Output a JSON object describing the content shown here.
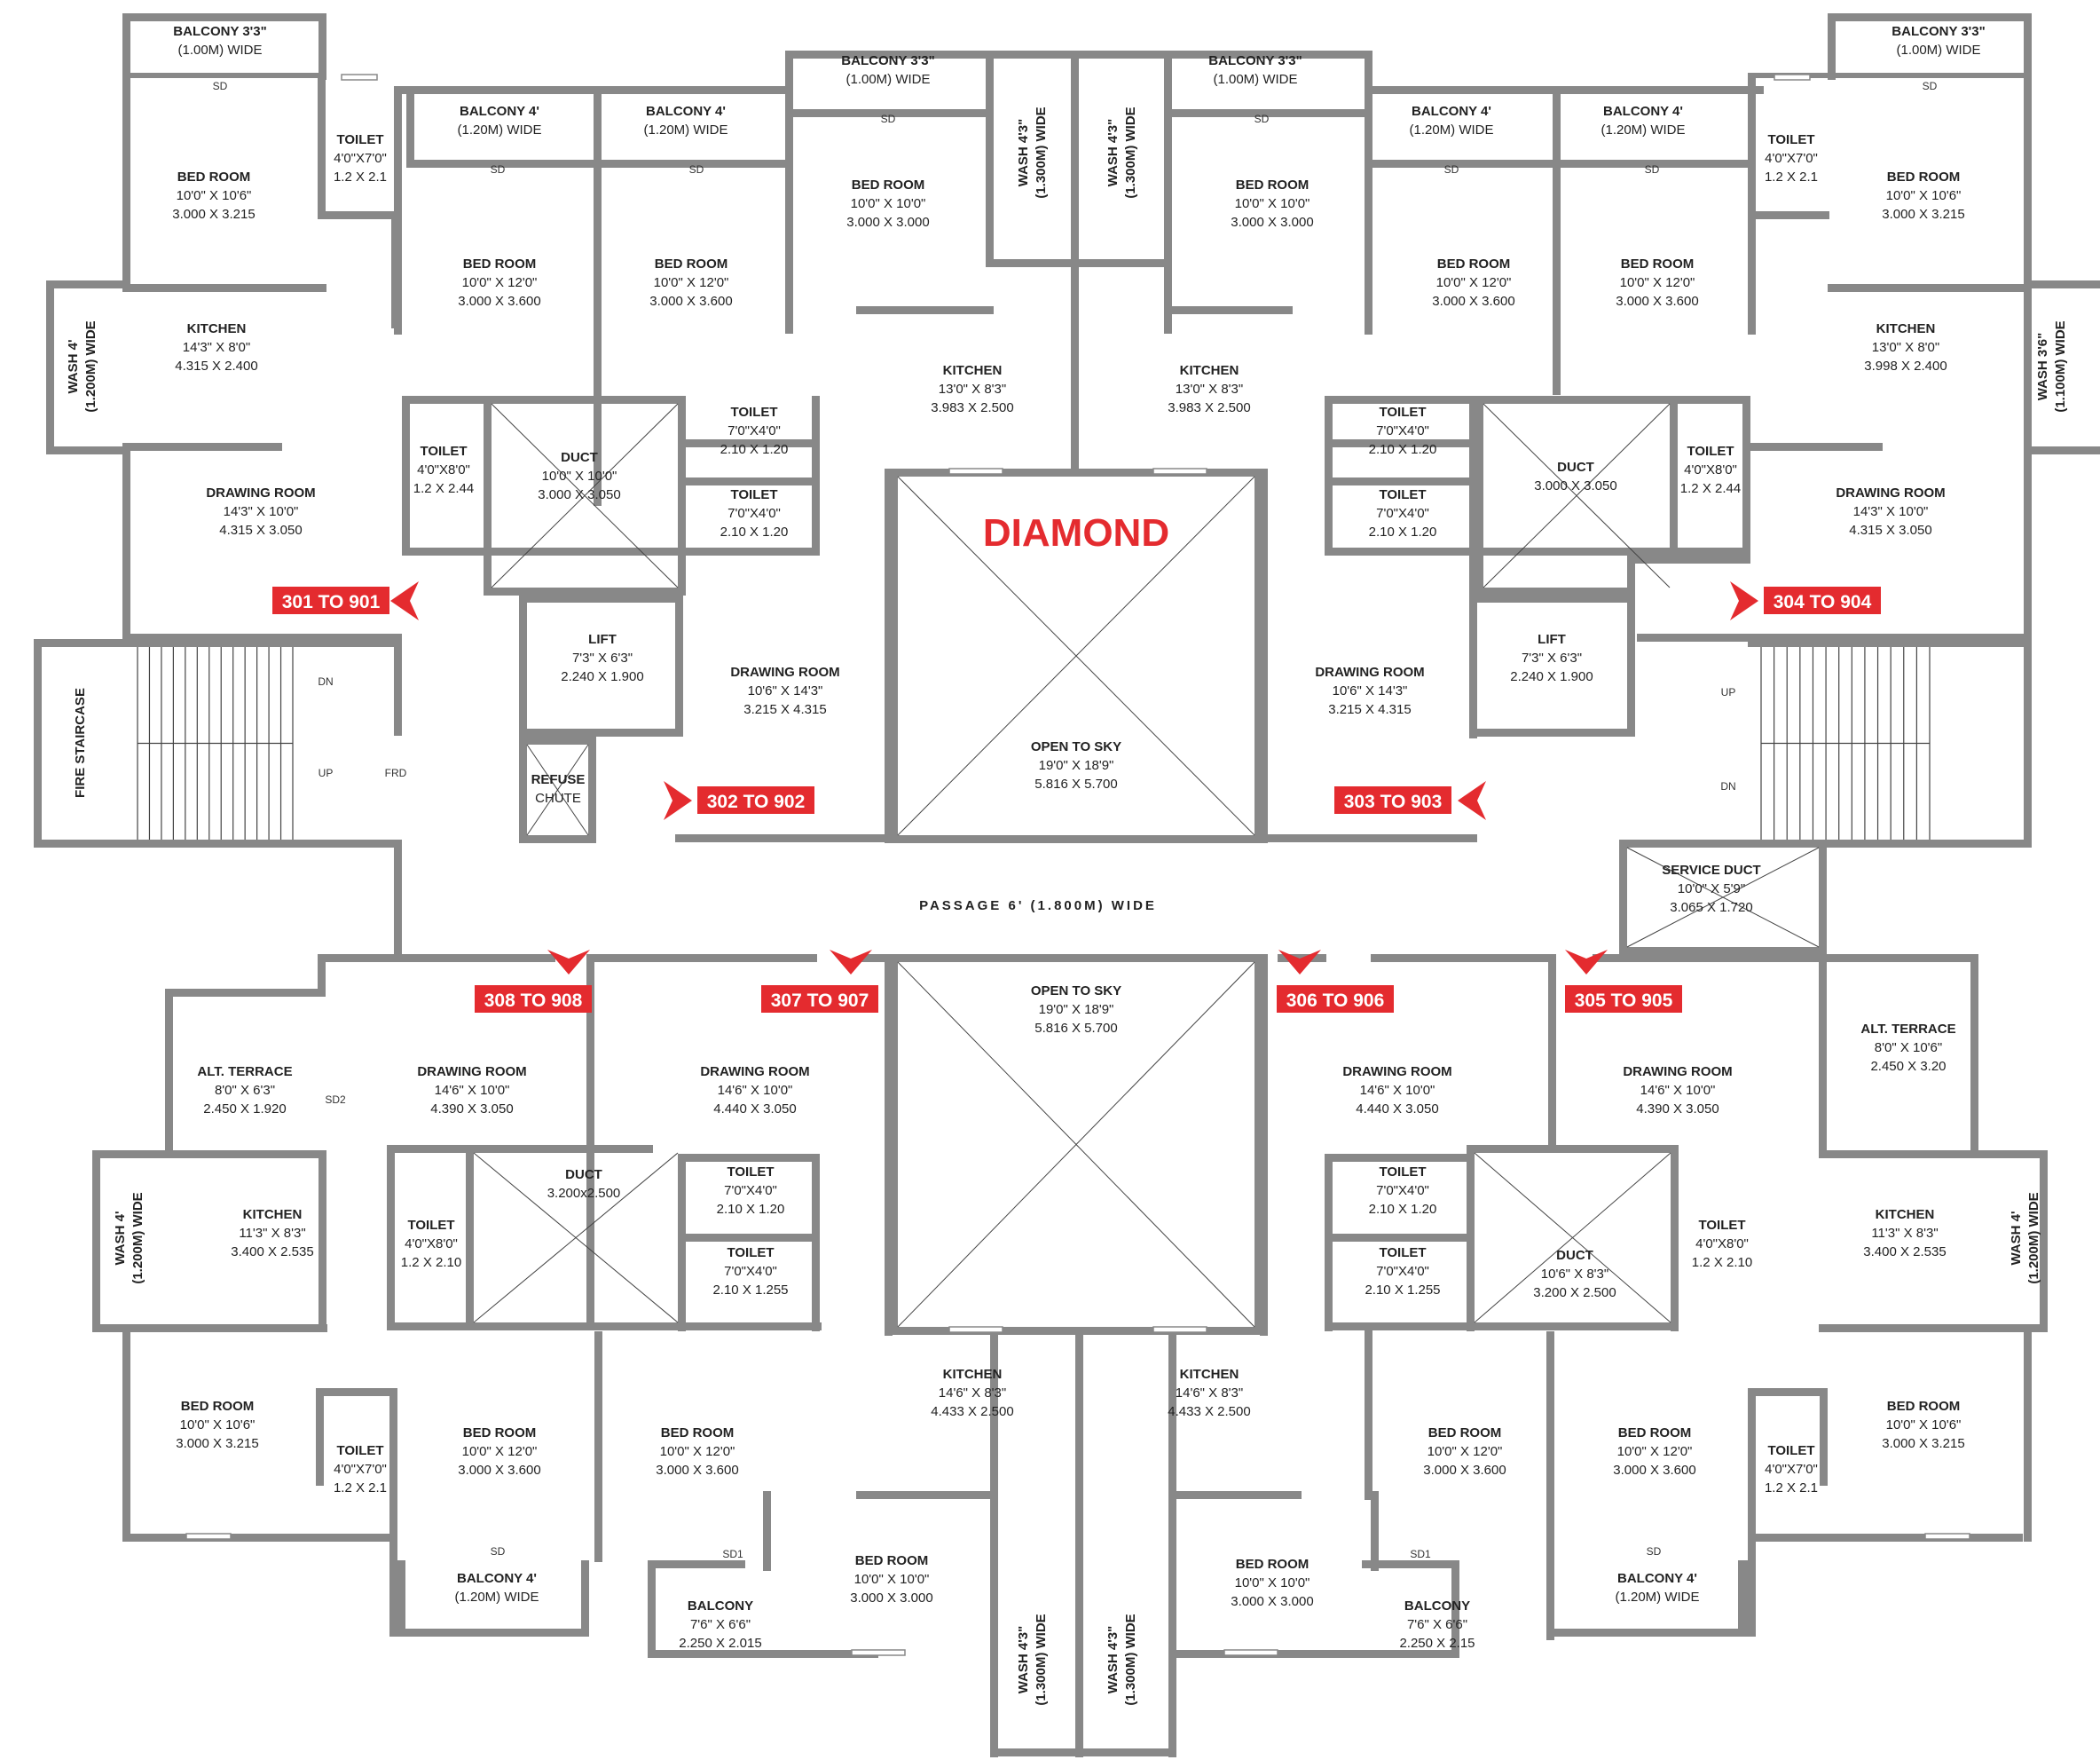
{
  "project": {
    "title": "DIAMOND"
  },
  "passage": {
    "label": "PASSAGE 6' (1.800M) WIDE"
  },
  "colors": {
    "accent": "#e42b2f",
    "wall": "#888888"
  },
  "flat_tags": [
    {
      "id": "301",
      "label": "301 TO 901",
      "arrow": "left"
    },
    {
      "id": "302",
      "label": "302 TO 902",
      "arrow": "right"
    },
    {
      "id": "303",
      "label": "303 TO 903",
      "arrow": "left"
    },
    {
      "id": "304",
      "label": "304 TO 904",
      "arrow": "right"
    },
    {
      "id": "305",
      "label": "305 TO 905",
      "arrow": "down"
    },
    {
      "id": "306",
      "label": "306 TO 906",
      "arrow": "down"
    },
    {
      "id": "307",
      "label": "307 TO 907",
      "arrow": "down"
    },
    {
      "id": "308",
      "label": "308 TO 908",
      "arrow": "down"
    }
  ],
  "rooms": [
    {
      "name": "room-balcony-tl",
      "lines": [
        "BALCONY 3'3\"",
        "(1.00M) WIDE"
      ]
    },
    {
      "name": "room-bed-tl",
      "lines": [
        "BED ROOM",
        "10'0\" X 10'6\"",
        "3.000 X 3.215"
      ]
    },
    {
      "name": "room-toilet-tl",
      "lines": [
        "TOILET",
        "4'0\"X7'0\"",
        "1.2 X 2.1"
      ]
    },
    {
      "name": "room-kitchen-tl",
      "lines": [
        "KITCHEN",
        "14'3\" X 8'0\"",
        "4.315 X 2.400"
      ]
    },
    {
      "name": "room-drawing-tl",
      "lines": [
        "DRAWING ROOM",
        "14'3\" X 10'0\"",
        "4.315 X 3.050"
      ]
    },
    {
      "name": "room-balcony-t2",
      "lines": [
        "BALCONY 4'",
        "(1.20M) WIDE"
      ]
    },
    {
      "name": "room-bed-t2",
      "lines": [
        "BED ROOM",
        "10'0\" X 12'0\"",
        "3.000 X 3.600"
      ]
    },
    {
      "name": "room-toilet-t2",
      "lines": [
        "TOILET",
        "4'0\"X8'0\"",
        "1.2 X 2.44"
      ]
    },
    {
      "name": "room-duct-t2",
      "lines": [
        "DUCT",
        "10'0\" X 10'0\"",
        "3.000 X 3.050"
      ]
    },
    {
      "name": "room-balcony-t3",
      "lines": [
        "BALCONY 4'",
        "(1.20M) WIDE"
      ]
    },
    {
      "name": "room-bed-t3",
      "lines": [
        "BED ROOM",
        "10'0\" X 12'0\"",
        "3.000 X 3.600"
      ]
    },
    {
      "name": "room-toilet-t3a",
      "lines": [
        "TOILET",
        "7'0\"X4'0\"",
        "2.10 X 1.20"
      ]
    },
    {
      "name": "room-toilet-t3b",
      "lines": [
        "TOILET",
        "7'0\"X4'0\"",
        "2.10 X 1.20"
      ]
    },
    {
      "name": "room-lift-l",
      "lines": [
        "LIFT",
        "7'3\" X 6'3\"",
        "2.240 X 1.900"
      ]
    },
    {
      "name": "room-refuse",
      "lines": [
        "REFUSE",
        "CHUTE"
      ]
    },
    {
      "name": "room-drawing-302",
      "lines": [
        "DRAWING ROOM",
        "10'6\" X 14'3\"",
        "3.215 X 4.315"
      ]
    },
    {
      "name": "room-balcony-t4",
      "lines": [
        "BALCONY 3'3\"",
        "(1.00M) WIDE"
      ]
    },
    {
      "name": "room-bed-t4",
      "lines": [
        "BED ROOM",
        "10'0\" X 10'0\"",
        "3.000 X 3.000"
      ]
    },
    {
      "name": "room-kitchen-t4",
      "lines": [
        "KITCHEN",
        "13'0\" X 8'3\"",
        "3.983 X 2.500"
      ]
    },
    {
      "name": "room-open-sky-top",
      "lines": [
        "OPEN TO SKY",
        "19'0\" X 18'9\"",
        "5.816 X 5.700"
      ]
    },
    {
      "name": "room-balcony-t5",
      "lines": [
        "BALCONY 3'3\"",
        "(1.00M) WIDE"
      ]
    },
    {
      "name": "room-bed-t5",
      "lines": [
        "BED ROOM",
        "10'0\" X 10'0\"",
        "3.000 X 3.000"
      ]
    },
    {
      "name": "room-kitchen-t5",
      "lines": [
        "KITCHEN",
        "13'0\" X 8'3\"",
        "3.983 X 2.500"
      ]
    },
    {
      "name": "room-drawing-303",
      "lines": [
        "DRAWING ROOM",
        "10'6\" X 14'3\"",
        "3.215 X 4.315"
      ]
    },
    {
      "name": "room-balcony-t6",
      "lines": [
        "BALCONY 4'",
        "(1.20M) WIDE"
      ]
    },
    {
      "name": "room-bed-t6",
      "lines": [
        "BED ROOM",
        "10'0\" X 12'0\"",
        "3.000 X 3.600"
      ]
    },
    {
      "name": "room-toilet-t6a",
      "lines": [
        "TOILET",
        "7'0\"X4'0\"",
        "2.10 X 1.20"
      ]
    },
    {
      "name": "room-toilet-t6b",
      "lines": [
        "TOILET",
        "7'0\"X4'0\"",
        "2.10 X 1.20"
      ]
    },
    {
      "name": "room-duct-t6",
      "lines": [
        "DUCT",
        "3.000 X 3.050"
      ]
    },
    {
      "name": "room-lift-r",
      "lines": [
        "LIFT",
        "7'3\" X 6'3\"",
        "2.240 X 1.900"
      ]
    },
    {
      "name": "room-balcony-t7",
      "lines": [
        "BALCONY 4'",
        "(1.20M) WIDE"
      ]
    },
    {
      "name": "room-bed-t7",
      "lines": [
        "BED ROOM",
        "10'0\" X 12'0\"",
        "3.000 X 3.600"
      ]
    },
    {
      "name": "room-toilet-t7",
      "lines": [
        "TOILET",
        "4'0\"X8'0\"",
        "1.2 X 2.44"
      ]
    },
    {
      "name": "room-balcony-tr",
      "lines": [
        "BALCONY 3'3\"",
        "(1.00M) WIDE"
      ]
    },
    {
      "name": "room-toilet-tr",
      "lines": [
        "TOILET",
        "4'0\"X7'0\"",
        "1.2 X 2.1"
      ]
    },
    {
      "name": "room-bed-tr",
      "lines": [
        "BED ROOM",
        "10'0\" X 10'6\"",
        "3.000 X 3.215"
      ]
    },
    {
      "name": "room-kitchen-tr",
      "lines": [
        "KITCHEN",
        "13'0\" X 8'0\"",
        "3.998 X 2.400"
      ]
    },
    {
      "name": "room-drawing-tr",
      "lines": [
        "DRAWING ROOM",
        "14'3\" X 10'0\"",
        "4.315 X 3.050"
      ]
    },
    {
      "name": "room-service-duct",
      "lines": [
        "SERVICE DUCT",
        "10'0\" X 5'9\"",
        "3.065 X 1.720"
      ]
    },
    {
      "name": "room-alt-terrace-bl",
      "lines": [
        "ALT. TERRACE",
        "8'0\" X 6'3\"",
        "2.450 X 1.920"
      ]
    },
    {
      "name": "room-drawing-308",
      "lines": [
        "DRAWING ROOM",
        "14'6\" X 10'0\"",
        "4.390 X 3.050"
      ]
    },
    {
      "name": "room-kitchen-bl",
      "lines": [
        "KITCHEN",
        "11'3\" X 8'3\"",
        "3.400 X 2.535"
      ]
    },
    {
      "name": "room-toilet-b2",
      "lines": [
        "TOILET",
        "4'0\"X8'0\"",
        "1.2 X 2.10"
      ]
    },
    {
      "name": "room-duct-b2",
      "lines": [
        "DUCT",
        "3.200x2.500"
      ]
    },
    {
      "name": "room-bed-bl",
      "lines": [
        "BED ROOM",
        "10'0\" X 10'6\"",
        "3.000 X 3.215"
      ]
    },
    {
      "name": "room-toilet-bl",
      "lines": [
        "TOILET",
        "4'0\"X7'0\"",
        "1.2 X 2.1"
      ]
    },
    {
      "name": "room-bed-b2",
      "lines": [
        "BED ROOM",
        "10'0\" X 12'0\"",
        "3.000 X 3.600"
      ]
    },
    {
      "name": "room-balcony-b2",
      "lines": [
        "BALCONY 4'",
        "(1.20M) WIDE"
      ]
    },
    {
      "name": "room-drawing-307",
      "lines": [
        "DRAWING ROOM",
        "14'6\" X 10'0\"",
        "4.440 X 3.050"
      ]
    },
    {
      "name": "room-toilet-b3a",
      "lines": [
        "TOILET",
        "7'0\"X4'0\"",
        "2.10 X 1.20"
      ]
    },
    {
      "name": "room-toilet-b3b",
      "lines": [
        "TOILET",
        "7'0\"X4'0\"",
        "2.10 X 1.255"
      ]
    },
    {
      "name": "room-bed-b3",
      "lines": [
        "BED ROOM",
        "10'0\" X 12'0\"",
        "3.000 X 3.600"
      ]
    },
    {
      "name": "room-balcony-b3",
      "lines": [
        "BALCONY",
        "7'6\" X 6'6\"",
        "2.250 X 2.015"
      ]
    },
    {
      "name": "room-kitchen-b4",
      "lines": [
        "KITCHEN",
        "14'6\" X 8'3\"",
        "4.433 X 2.500"
      ]
    },
    {
      "name": "room-bed-b4",
      "lines": [
        "BED ROOM",
        "10'0\" X 10'0\"",
        "3.000 X 3.000"
      ]
    },
    {
      "name": "room-open-sky-bottom",
      "lines": [
        "OPEN TO SKY",
        "19'0\" X 18'9\"",
        "5.816 X 5.700"
      ]
    },
    {
      "name": "room-kitchen-b5",
      "lines": [
        "KITCHEN",
        "14'6\" X 8'3\"",
        "4.433 X 2.500"
      ]
    },
    {
      "name": "room-bed-b5",
      "lines": [
        "BED ROOM",
        "10'0\" X 10'0\"",
        "3.000 X 3.000"
      ]
    },
    {
      "name": "room-drawing-306",
      "lines": [
        "DRAWING ROOM",
        "14'6\" X 10'0\"",
        "4.440 X 3.050"
      ]
    },
    {
      "name": "room-toilet-b6a",
      "lines": [
        "TOILET",
        "7'0\"X4'0\"",
        "2.10 X 1.20"
      ]
    },
    {
      "name": "room-toilet-b6b",
      "lines": [
        "TOILET",
        "7'0\"X4'0\"",
        "2.10 X 1.255"
      ]
    },
    {
      "name": "room-duct-b6",
      "lines": [
        "DUCT",
        "10'6\" X 8'3\"",
        "3.200 X 2.500"
      ]
    },
    {
      "name": "room-bed-b6",
      "lines": [
        "BED ROOM",
        "10'0\" X 12'0\"",
        "3.000 X 3.600"
      ]
    },
    {
      "name": "room-balcony-b6",
      "lines": [
        "BALCONY",
        "7'6\" X 6'6\"",
        "2.250 X 2.15"
      ]
    },
    {
      "name": "room-drawing-305",
      "lines": [
        "DRAWING ROOM",
        "14'6\" X 10'0\"",
        "4.390 X 3.050"
      ]
    },
    {
      "name": "room-toilet-b7",
      "lines": [
        "TOILET",
        "4'0\"X8'0\"",
        "1.2 X 2.10"
      ]
    },
    {
      "name": "room-bed-b7",
      "lines": [
        "BED ROOM",
        "10'0\" X 12'0\"",
        "3.000 X 3.600"
      ]
    },
    {
      "name": "room-balcony-b7",
      "lines": [
        "BALCONY 4'",
        "(1.20M) WIDE"
      ]
    },
    {
      "name": "room-alt-terrace-br",
      "lines": [
        "ALT. TERRACE",
        "8'0\" X 10'6\"",
        "2.450 X 3.20"
      ]
    },
    {
      "name": "room-kitchen-br",
      "lines": [
        "KITCHEN",
        "11'3\" X 8'3\"",
        "3.400 X 2.535"
      ]
    },
    {
      "name": "room-bed-br",
      "lines": [
        "BED ROOM",
        "10'0\" X 10'6\"",
        "3.000 X 3.215"
      ]
    },
    {
      "name": "room-toilet-br",
      "lines": [
        "TOILET",
        "4'0\"X7'0\"",
        "1.2 X 2.1"
      ]
    }
  ],
  "vertical_labels": [
    {
      "name": "wash-tl",
      "lines": [
        "WASH 4'",
        "(1.200M) WIDE"
      ]
    },
    {
      "name": "wash-top-l",
      "lines": [
        "WASH 4'3\"",
        "(1.300M) WIDE"
      ]
    },
    {
      "name": "wash-top-r",
      "lines": [
        "WASH 4'3\"",
        "(1.300M) WIDE"
      ]
    },
    {
      "name": "wash-tr",
      "lines": [
        "WASH 3'6\"",
        "(1.100M) WIDE"
      ]
    },
    {
      "name": "fire-staircase",
      "lines": [
        "FIRE STAIRCASE"
      ]
    },
    {
      "name": "wash-bl",
      "lines": [
        "WASH 4'",
        "(1.200M) WIDE"
      ]
    },
    {
      "name": "wash-bot-l",
      "lines": [
        "WASH 4'3\"",
        "(1.300M) WIDE"
      ]
    },
    {
      "name": "wash-bot-r",
      "lines": [
        "WASH 4'3\"",
        "(1.300M) WIDE"
      ]
    },
    {
      "name": "wash-br",
      "lines": [
        "WASH 4'",
        "(1.200M) WIDE"
      ]
    }
  ],
  "small_labels": [
    {
      "name": "sd-1",
      "text": "SD"
    },
    {
      "name": "sd-2",
      "text": "SD"
    },
    {
      "name": "sd-3",
      "text": "SD"
    },
    {
      "name": "sd-4",
      "text": "SD"
    },
    {
      "name": "sd-5",
      "text": "SD"
    },
    {
      "name": "sd-6",
      "text": "SD"
    },
    {
      "name": "sd-7",
      "text": "SD"
    },
    {
      "name": "sd-8",
      "text": "SD"
    },
    {
      "name": "sd2",
      "text": "SD2"
    },
    {
      "name": "sd1-a",
      "text": "SD1"
    },
    {
      "name": "sd1-b",
      "text": "SD1"
    },
    {
      "name": "sd-9",
      "text": "SD"
    },
    {
      "name": "sd-10",
      "text": "SD"
    },
    {
      "name": "stair-dn-l",
      "text": "DN"
    },
    {
      "name": "stair-up-l",
      "text": "UP"
    },
    {
      "name": "frd",
      "text": "FRD"
    },
    {
      "name": "stair-up-r",
      "text": "UP"
    },
    {
      "name": "stair-dn-r",
      "text": "DN"
    }
  ]
}
